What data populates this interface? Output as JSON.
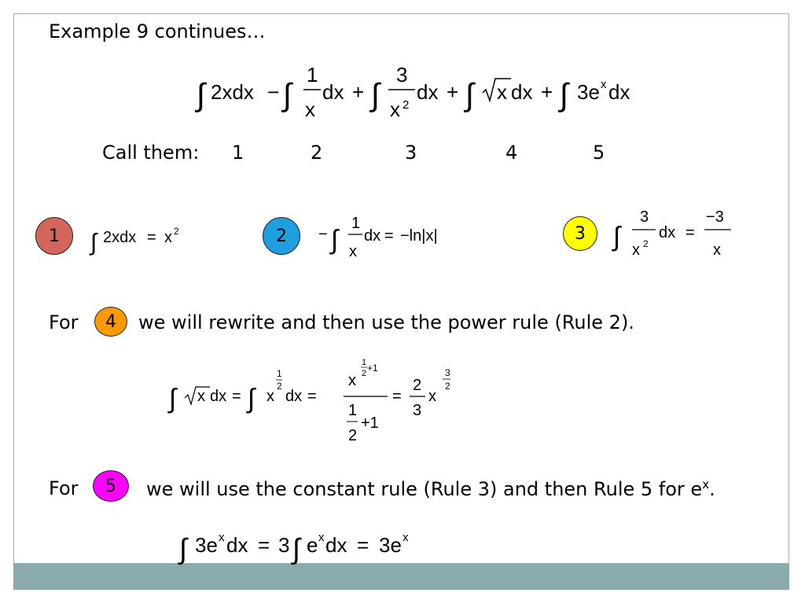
{
  "title": "Example 9 continues…",
  "call_label": "Call them:",
  "call_numbers": [
    "1",
    "2",
    "3",
    "4",
    "5"
  ],
  "badges": [
    {
      "label": "1",
      "color": "#d2665a"
    },
    {
      "label": "2",
      "color": "#1f9fe0"
    },
    {
      "label": "3",
      "color": "#ffff00"
    },
    {
      "label": "4",
      "color": "#ff9900"
    },
    {
      "label": "5",
      "color": "#ff00ff"
    }
  ],
  "line4": {
    "for": "For",
    "text": "we will rewrite and then use the power rule (Rule 2)."
  },
  "line5": {
    "for": "For",
    "text": "we will use the constant rule (Rule 3) and then Rule 5 for e",
    "sup": "x",
    "end": "."
  },
  "colors": {
    "frame": "#8fb5ba",
    "footer": "#8aabad"
  }
}
